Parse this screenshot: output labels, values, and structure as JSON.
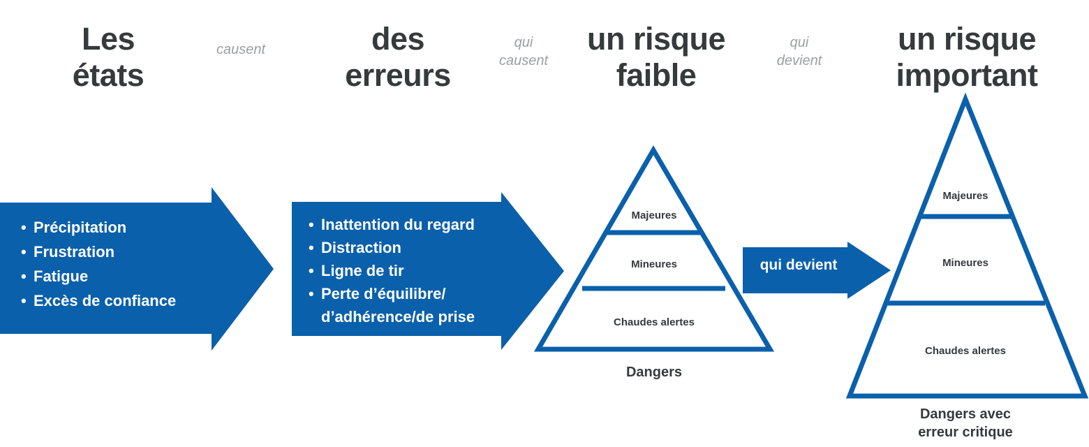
{
  "theme": {
    "brand_blue": "#0a60ab",
    "heading_color": "#353a3d",
    "connector_color": "#9b9fa2",
    "background": "#ffffff"
  },
  "headings": [
    {
      "id": "etats",
      "text": "Les\nétats"
    },
    {
      "id": "erreurs",
      "text": "des\nerreurs"
    },
    {
      "id": "faible",
      "text": "un risque\nfaible"
    },
    {
      "id": "important",
      "text": "un risque\nimportant"
    }
  ],
  "connectors": [
    {
      "id": "causent",
      "text": "causent"
    },
    {
      "id": "qui_causent",
      "text": "qui\ncausent"
    },
    {
      "id": "qui_devient",
      "text": "qui\ndevient"
    }
  ],
  "arrows": [
    {
      "id": "etats_arrow",
      "items": [
        "Précipitation",
        "Frustration",
        "Fatigue",
        "Excès de confiance"
      ]
    },
    {
      "id": "erreurs_arrow",
      "items": [
        "Inattention du regard",
        "Distraction",
        "Ligne de tir",
        "Perte d’équilibre/\nd’adhérence/de prise"
      ]
    }
  ],
  "middle_arrow": {
    "label": "qui devient"
  },
  "pyramids": [
    {
      "id": "dangers",
      "caption": "Dangers",
      "tiers": [
        {
          "level": "top",
          "label": "Majeures"
        },
        {
          "level": "middle",
          "label": "Mineures"
        },
        {
          "level": "base",
          "label": "Chaudes alertes"
        }
      ]
    },
    {
      "id": "dangers_erreur_critique",
      "caption": "Dangers avec\nerreur critique",
      "tiers": [
        {
          "level": "top",
          "label": "Majeures"
        },
        {
          "level": "middle",
          "label": "Mineures"
        },
        {
          "level": "base",
          "label": "Chaudes alertes"
        }
      ]
    }
  ]
}
